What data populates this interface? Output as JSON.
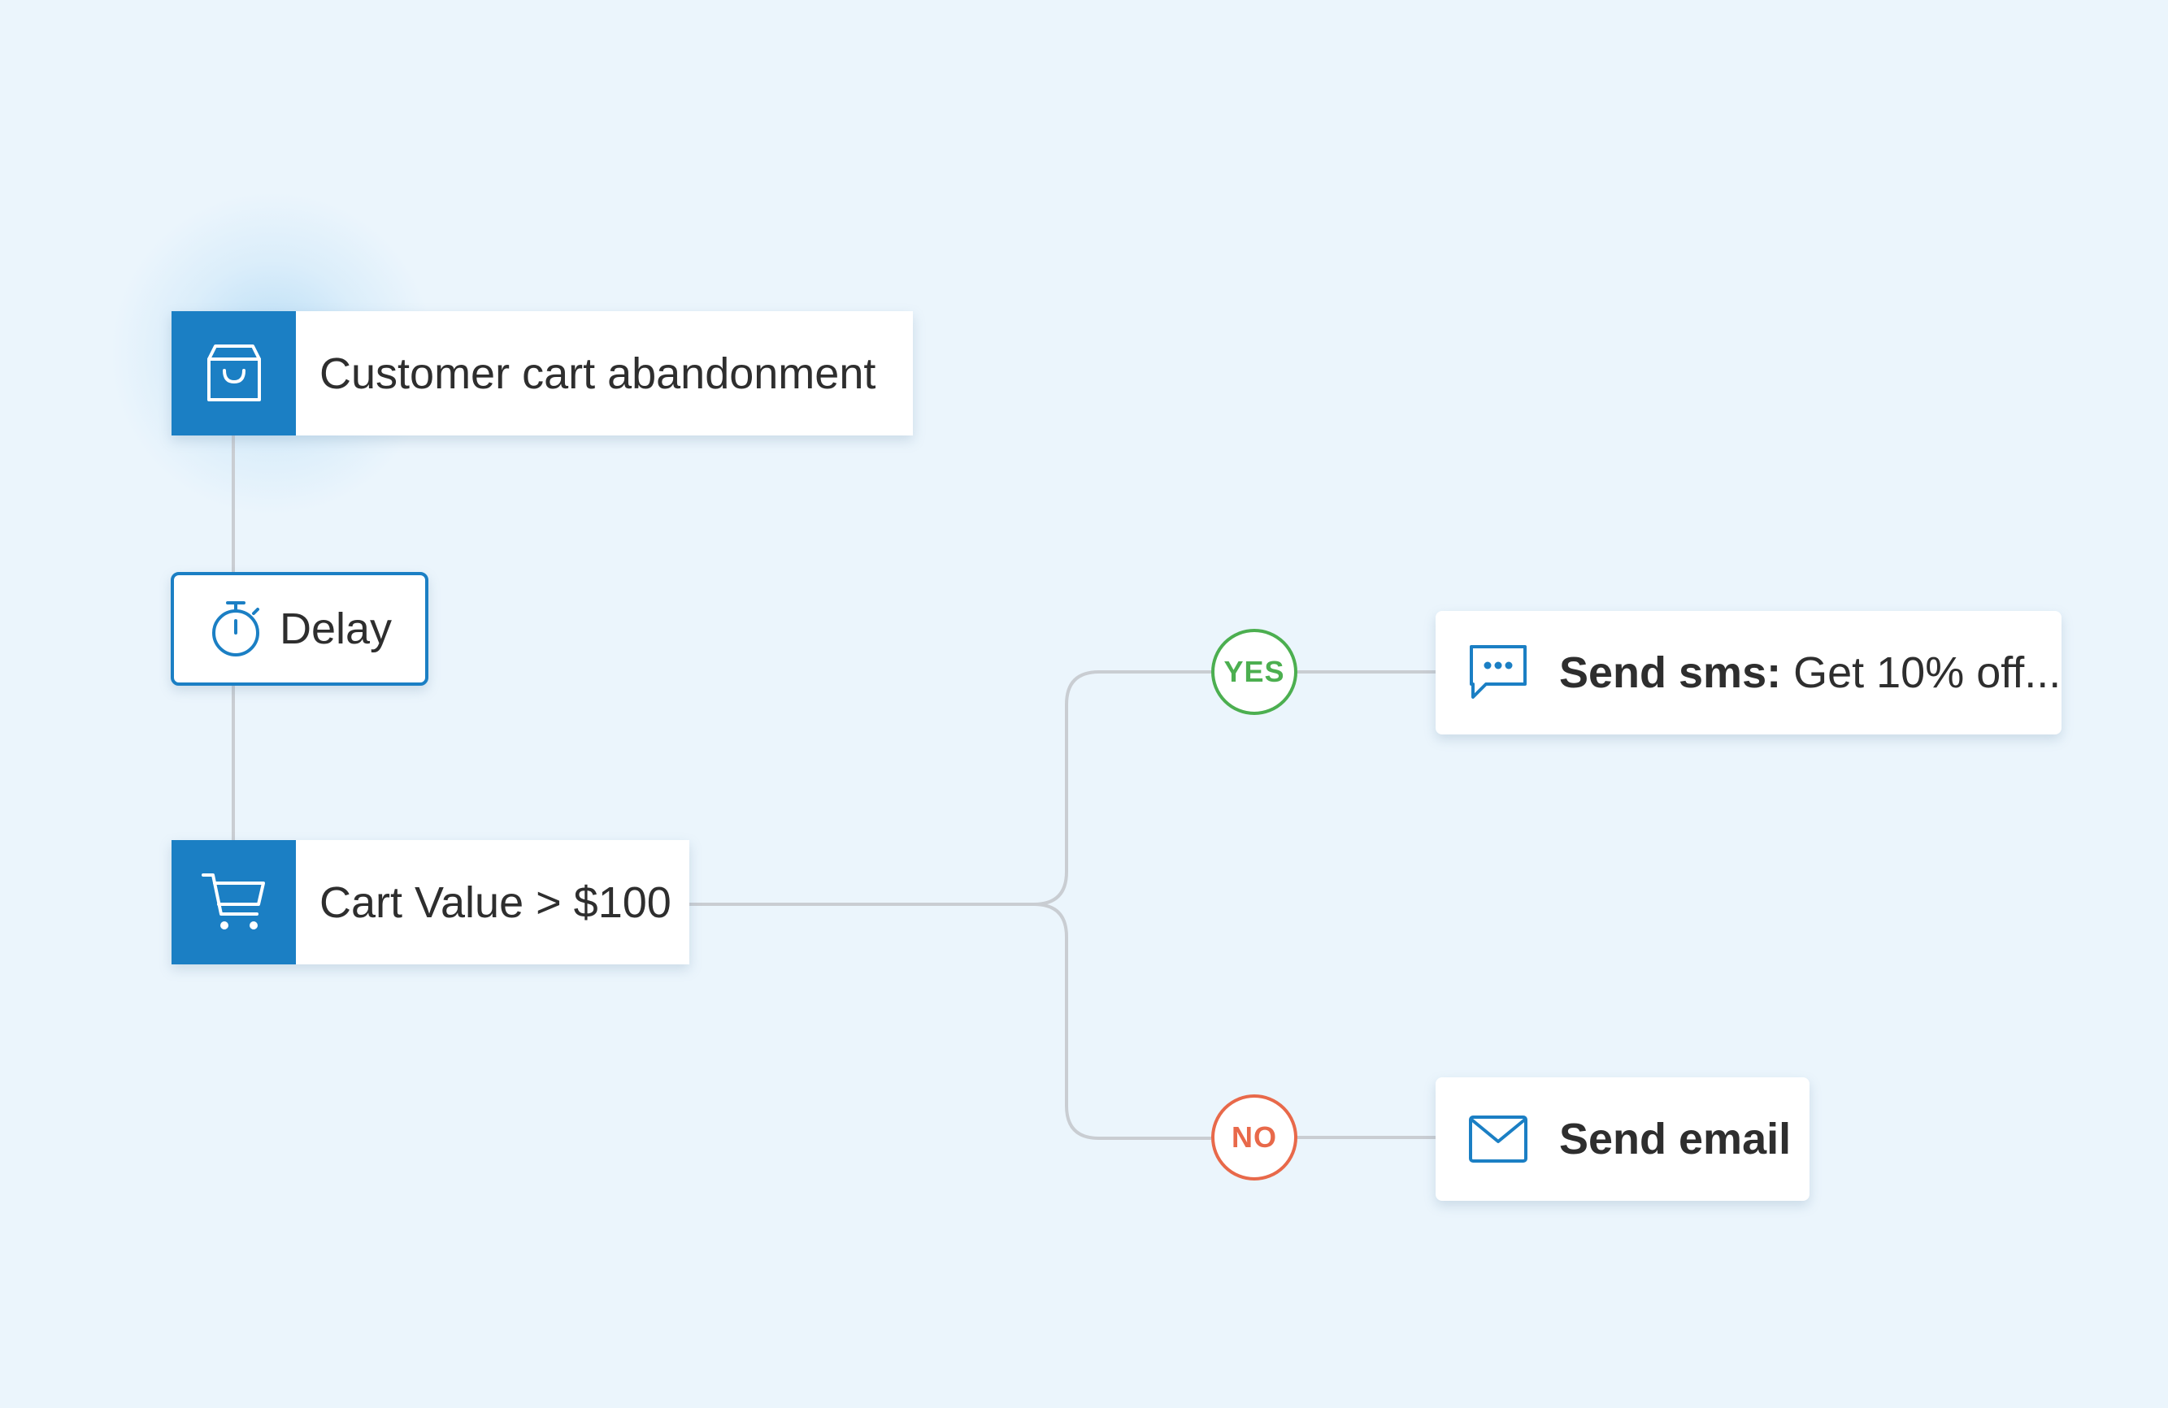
{
  "workflow": {
    "trigger": {
      "label": "Customer cart abandonment",
      "icon": "shopping-bag-icon"
    },
    "delay": {
      "label": "Delay",
      "icon": "stopwatch-icon"
    },
    "condition": {
      "label": "Cart Value > $100",
      "icon": "shopping-cart-icon"
    },
    "branches": {
      "yes_label": "YES",
      "no_label": "NO"
    },
    "actions": {
      "sms": {
        "prefix": "Send sms:",
        "text": " Get 10% off...",
        "icon": "chat-bubble-icon"
      },
      "email": {
        "label": "Send email",
        "icon": "envelope-icon"
      }
    }
  },
  "colors": {
    "background": "#EBF5FC",
    "primary": "#1B7FC4",
    "yes": "#4CAF50",
    "no": "#E8694A",
    "connector": "#C9CDD2"
  }
}
